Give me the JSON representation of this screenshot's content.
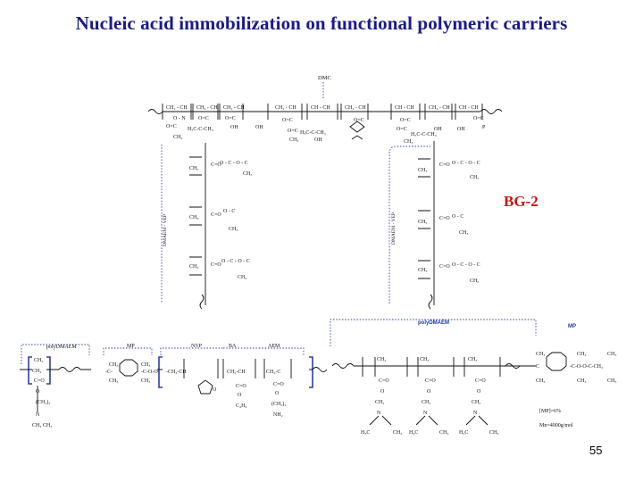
{
  "slide": {
    "title": "Nucleic acid immobilization on functional polymeric carriers",
    "highlight_label": "BG-2",
    "page_number": "55"
  },
  "diagram_labels": {
    "top_block": "DMC",
    "left_chain": "DMAEM - VEP",
    "right_chain": "DMAEM - VEP",
    "middle_block": "polyDMAEM",
    "right_end_group": "MP",
    "bottom_left_poly": "polyDMAEM",
    "bottom_left_mp": "MP",
    "bottom_nvp": "NVP",
    "bottom_ba": "BA",
    "bottom_aem": "AEM",
    "mp_note": "[MP]=6%",
    "mw_note": "Mn=4000g/mol"
  },
  "colors": {
    "title": "#1a1a8c",
    "highlight": "#cc1111",
    "dotted_frames": "#2a3fb0"
  }
}
